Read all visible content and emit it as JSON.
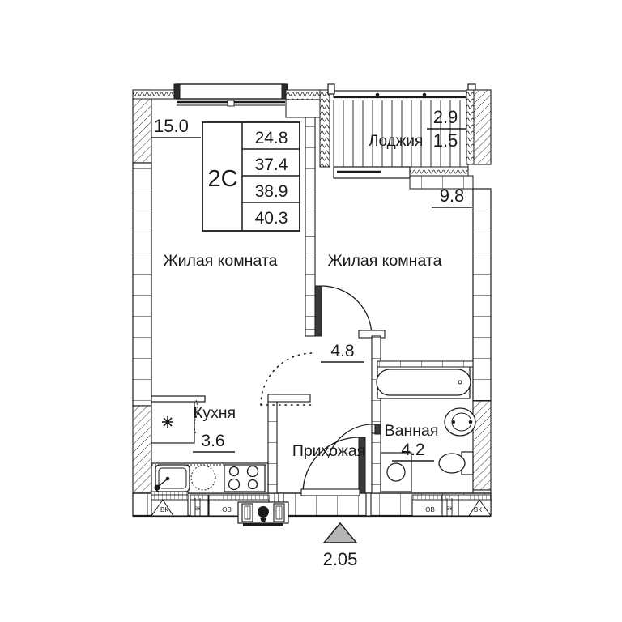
{
  "document": {
    "type": "apartment-floor-plan",
    "background_color": "#ffffff",
    "line_color": "#1a1a1a"
  },
  "info_box": {
    "apartment_type": "2С",
    "areas": [
      "24.8",
      "37.4",
      "38.9",
      "40.3"
    ]
  },
  "dimensions": {
    "top_left": "15.0",
    "loggia_width": "2.9",
    "loggia_depth": "1.5",
    "right_room_width": "9.8",
    "entrance_width": "2.05"
  },
  "rooms": [
    {
      "name": "living-room-left",
      "label": "Жилая комната",
      "area": ""
    },
    {
      "name": "living-room-right",
      "label": "Жилая комната",
      "area": ""
    },
    {
      "name": "loggia",
      "label": "Лоджия",
      "area": ""
    },
    {
      "name": "kitchen",
      "label": "Кухня",
      "area": "3.6"
    },
    {
      "name": "hallway",
      "label": "Прихожая",
      "area": "4.8"
    },
    {
      "name": "bathroom",
      "label": "Ванная",
      "area": "4.2"
    }
  ],
  "utility_marks": {
    "kitchen_left": "ВК",
    "kitchen_mid": "ВК",
    "kitchen_right": "ОВ",
    "bath_left": "ОВ",
    "bath_mid": "ВК",
    "bath_right": "ВК"
  },
  "fixtures": [
    {
      "name": "kitchen-sink"
    },
    {
      "name": "kitchen-stove"
    },
    {
      "name": "kitchen-hood-asterisk"
    },
    {
      "name": "bathtub"
    },
    {
      "name": "bathroom-sink"
    },
    {
      "name": "toilet"
    },
    {
      "name": "washing-machine"
    },
    {
      "name": "entrance-door"
    },
    {
      "name": "loggia-door"
    },
    {
      "name": "bedroom-door"
    },
    {
      "name": "bathroom-door"
    },
    {
      "name": "riser-shaft"
    }
  ]
}
